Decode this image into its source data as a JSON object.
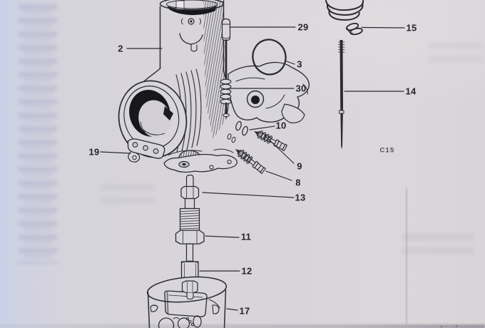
{
  "figure": {
    "description_label": "exploded carburettor parts diagram on printed catalogue page",
    "code_label": "C15",
    "colors": {
      "paper": "#d7d4db",
      "paper_left_edge": "#cad1e6",
      "ink": "#2a2a32"
    },
    "callouts": [
      {
        "label": "2"
      },
      {
        "label": "29"
      },
      {
        "label": "3"
      },
      {
        "label": "30"
      },
      {
        "label": "15"
      },
      {
        "label": "14"
      },
      {
        "label": "10"
      },
      {
        "label": "9"
      },
      {
        "label": "8"
      },
      {
        "label": "13"
      },
      {
        "label": "19"
      },
      {
        "label": "11"
      },
      {
        "label": "12"
      },
      {
        "label": "17"
      }
    ]
  }
}
